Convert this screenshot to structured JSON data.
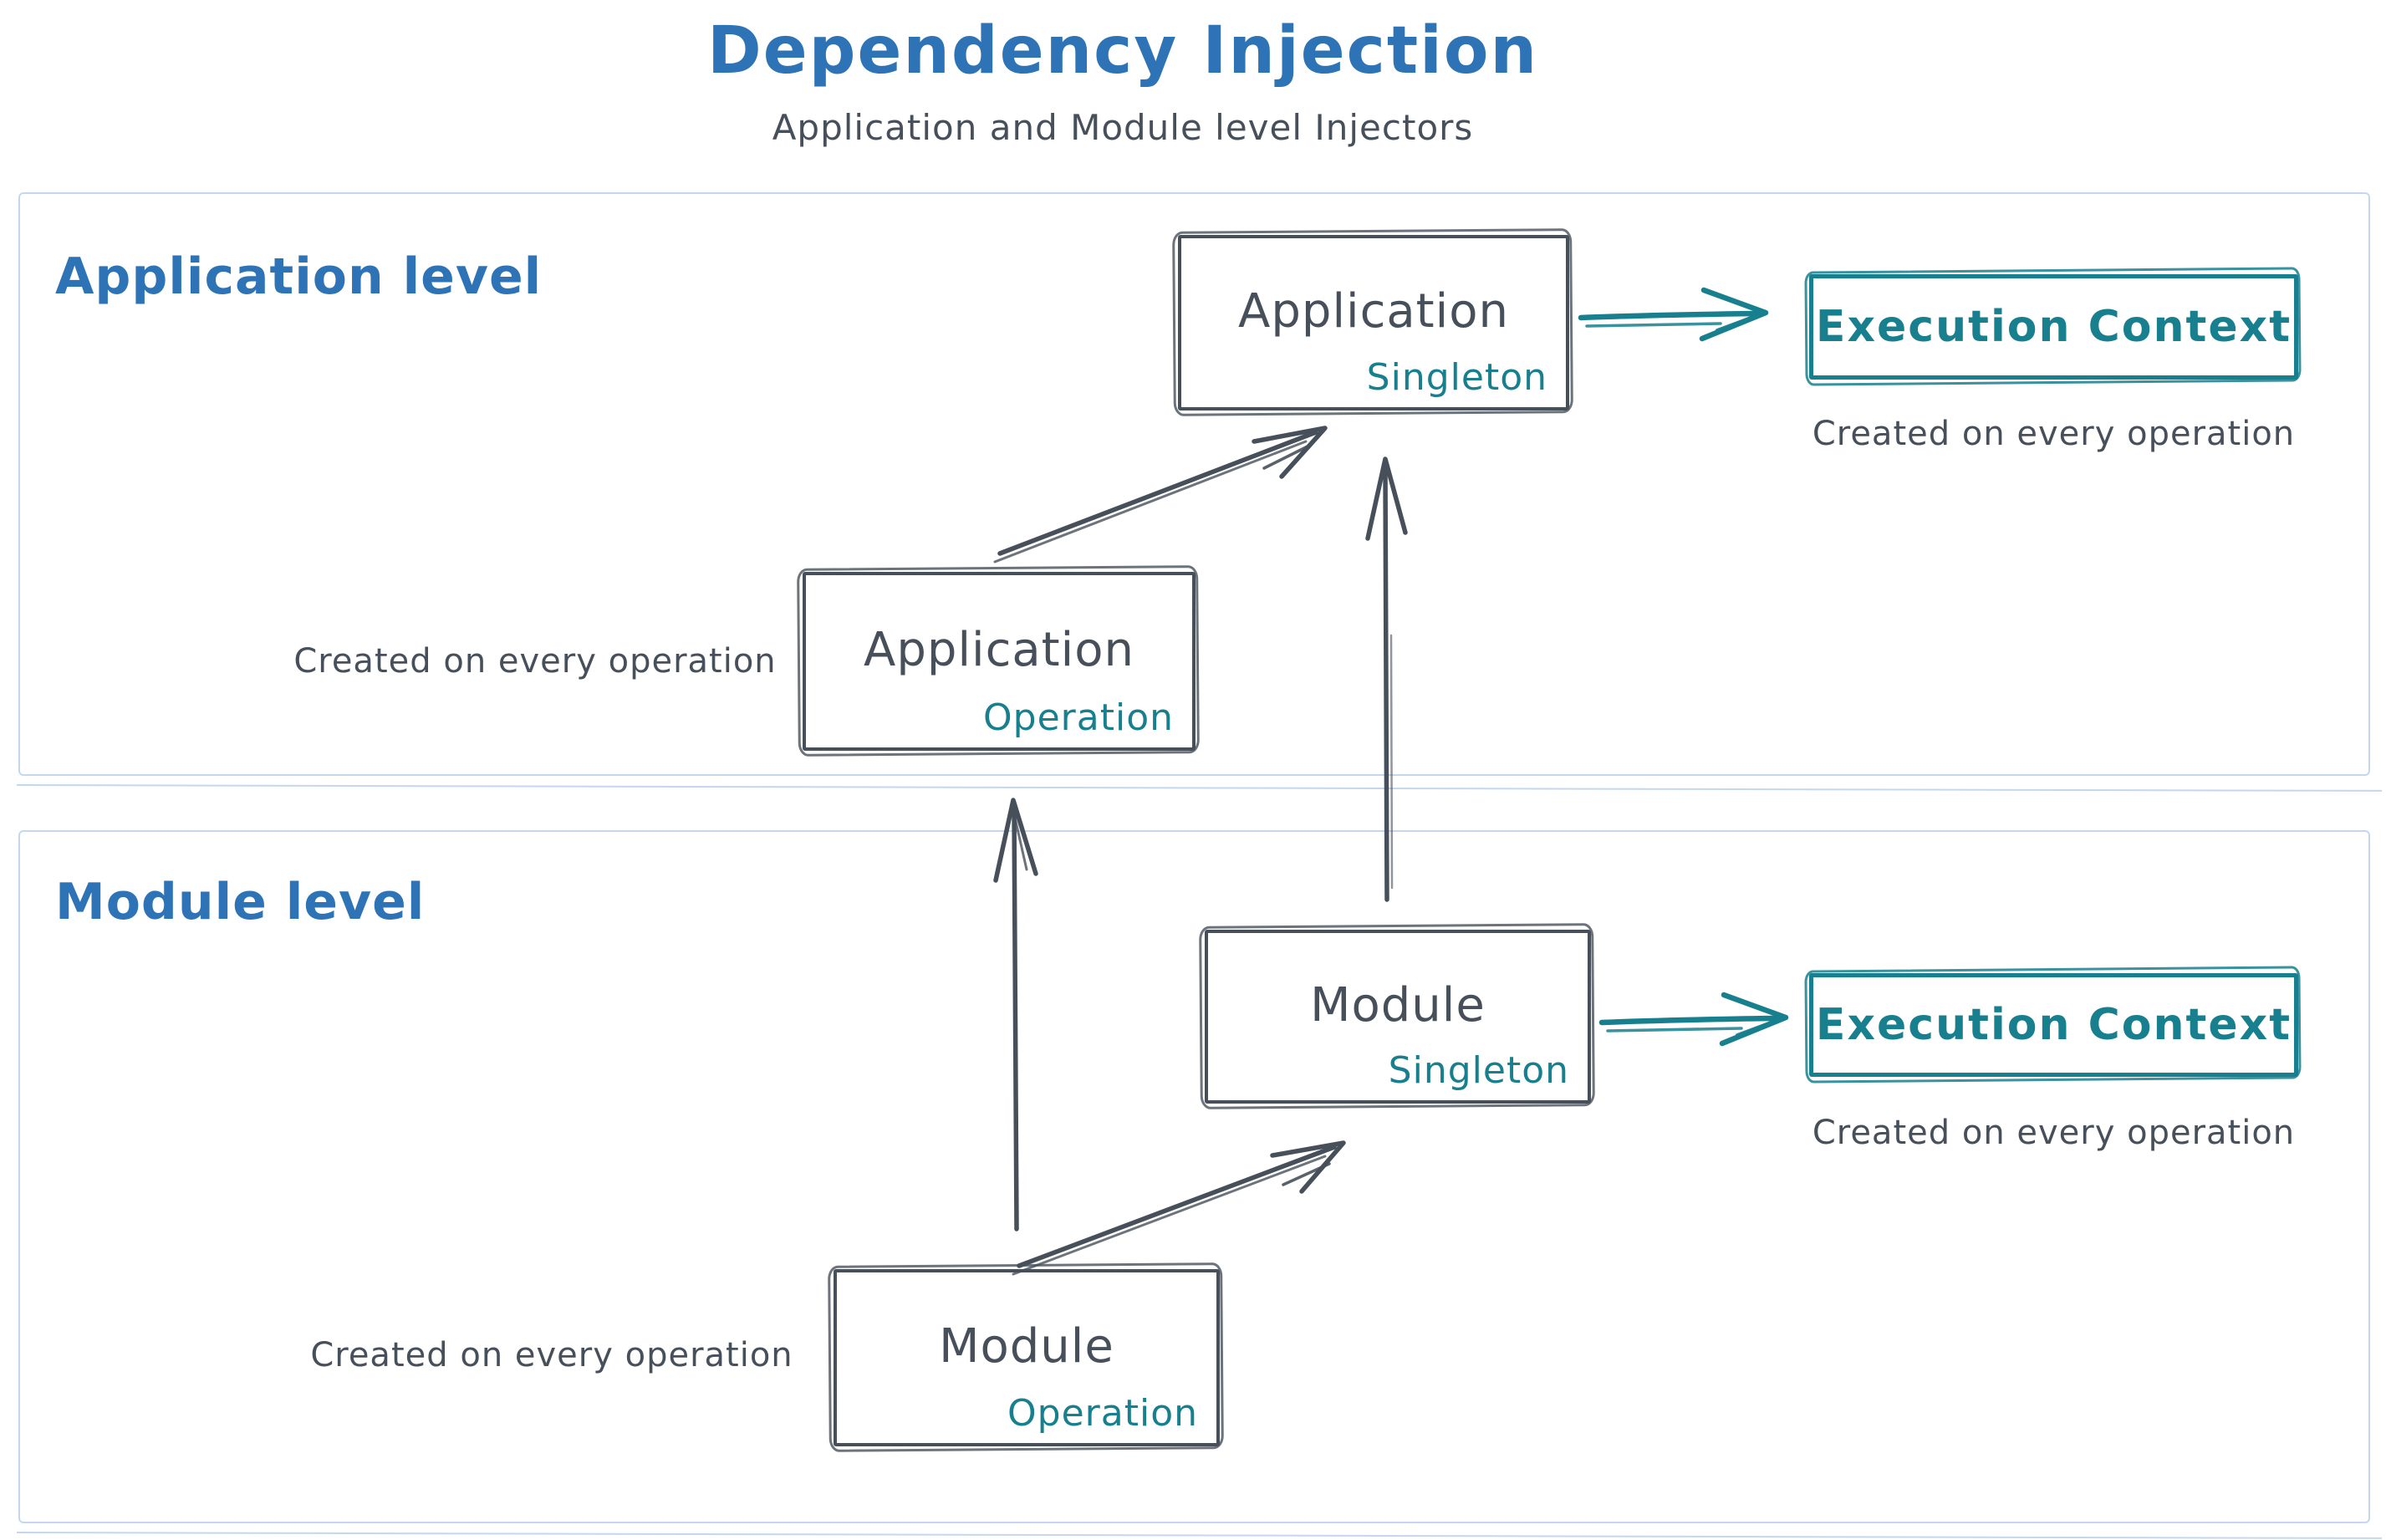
{
  "colors": {
    "accent_blue": "#2d73b6",
    "ink": "#47505a",
    "teal": "#177f8e",
    "container_border": "#c3d8f0",
    "background": "#ffffff"
  },
  "header": {
    "title": "Dependency Injection",
    "subtitle": "Application and Module level Injectors"
  },
  "application_level": {
    "label": "Application level",
    "singleton_box": {
      "name": "Application",
      "scope": "Singleton"
    },
    "operation_box": {
      "name": "Application",
      "scope": "Operation"
    },
    "operation_caption": "Created on every operation",
    "execution_context": {
      "label": "Execution Context",
      "caption": "Created on every operation"
    }
  },
  "module_level": {
    "label": "Module level",
    "singleton_box": {
      "name": "Module",
      "scope": "Singleton"
    },
    "operation_box": {
      "name": "Module",
      "scope": "Operation"
    },
    "operation_caption": "Created on every operation",
    "execution_context": {
      "label": "Execution Context",
      "caption": "Created on every operation"
    }
  }
}
